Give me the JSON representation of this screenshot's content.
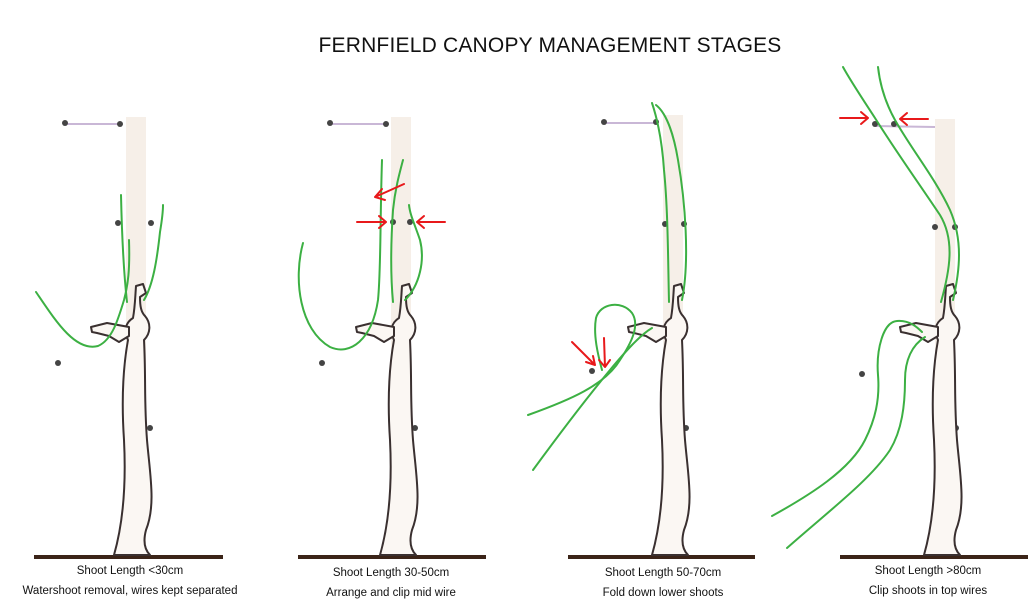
{
  "title": "FERNFIELD CANOPY MANAGEMENT STAGES",
  "stages": [
    {
      "line1": "Shoot Length <30cm",
      "line2": "Watershoot removal, wires kept separated"
    },
    {
      "line1": "Shoot Length 30-50cm",
      "line2": "Arrange and clip mid wire"
    },
    {
      "line1": "Shoot Length 50-70cm",
      "line2": "Fold down lower shoots"
    },
    {
      "line1": "Shoot Length >80cm",
      "line2": "Clip shoots in top wires"
    }
  ],
  "colors": {
    "shoot": "#3cb043",
    "arrow": "#e8191b",
    "trunk_outline": "#3a3030",
    "post": "#f6efe8",
    "ground": "#3b2418",
    "wire": "#c9b7d6"
  }
}
